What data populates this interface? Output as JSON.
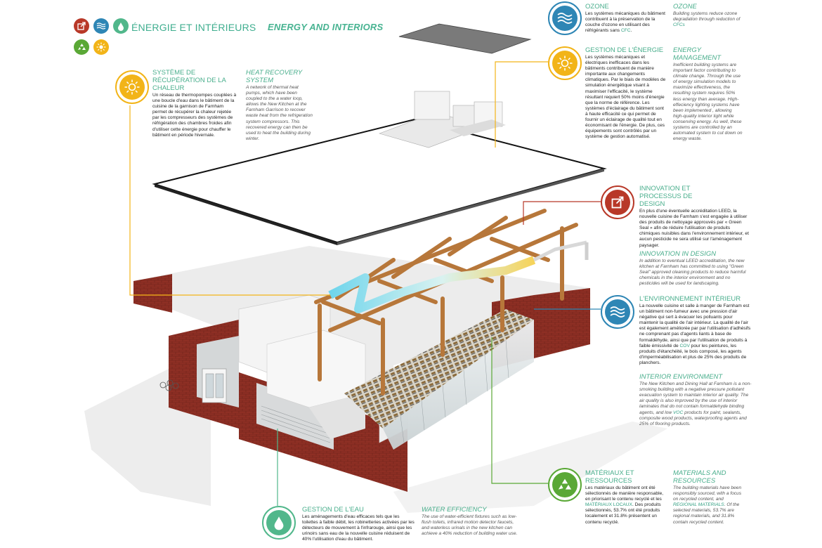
{
  "header": {
    "title_fr": "ÉNERGIE ET INTÉRIEURS",
    "title_en": "ENERGY AND INTERIORS"
  },
  "colors": {
    "red": "#b83828",
    "blue": "#2e86b5",
    "teal": "#51b78b",
    "green": "#5aa836",
    "yellow": "#f2b418",
    "heading_green": "#49ae8c",
    "brick": "#8e2f24"
  },
  "legend_icons": [
    {
      "name": "innovation-icon",
      "color": "#b83828"
    },
    {
      "name": "indoor-air-icon",
      "color": "#2e86b5"
    },
    {
      "name": "water-drop-icon",
      "color": "#51b78b"
    },
    {
      "name": "recycle-icon",
      "color": "#5aa836"
    },
    {
      "name": "sun-icon",
      "color": "#f2b418"
    }
  ],
  "heat": {
    "fr_title": "SYSTÈME DE RÉCUPÉRATION DE LA CHALEUR",
    "fr_body": "Un réseau de thermopompes couplées à une boucle d'eau dans le bâtiment de la cuisine de la garnison de Farnham permet de récupérer la chaleur rejetée par les compresseurs des systèmes de réfrigération des chambres froides afin d'utiliser cette énergie pour chauffer le bâtiment en période hivernale.",
    "en_title": "HEAT RECOVERY SYSTEM",
    "en_body": "A network of thermal heat pumps, which have been coupled to the a water loop, allows the New Kitchen at the Farnham Garrison to recover waste heat from the refrigeration system compressors. This recovered energy can then be used to heat the building during winter."
  },
  "ozone": {
    "fr_title": "OZONE",
    "fr_body_a": "Les systèmes mécaniques du bâtiment contribuent à la préservation de la couche d'ozone en utilisant des réfrigérants sans ",
    "fr_hl": "CFC",
    "fr_body_b": ".",
    "en_title": "OZONE",
    "en_body_a": "Building systems reduce ozone degradation through reduction of ",
    "en_hl": "CFCs"
  },
  "energy": {
    "fr_title": "GESTION DE L'ÉNERGIE",
    "fr_body": "Les systèmes mécaniques et électriques inefficaces dans les bâtiments contribuent de manière importante aux changements climatiques. Par le biais de modèles de simulation énergétique visant à maximiser l'efficacité, le système résultant requiert 50% moins d'énergie que la norme de référence. Les systèmes d'éclairage du bâtiment sont à haute efficacité ce qui permet de fournir un éclairage de qualité tout en économisant de l'énergie. De plus, ces équipements sont contrôlés par un système de gestion automatisé.",
    "en_title": "ENERGY MANAGEMENT",
    "en_body": "Inefficient building systems are important factor contributing to climate change. Through the use of energy simulation models to maximize effectiveness, the resulting system requires 50% less energy than average. High-effeciency lighting systems have been implemented , allowing high-quality interior light while conserving energy. As well, these systems are controlled by an automated system to cut down on energy waste."
  },
  "innovation": {
    "fr_title": "INNOVATION ET PROCESSUS DE DESIGN",
    "fr_body": "En plus d'une éventuelle accréditation LEED, la nouvelle cuisine de Farnham s'est engagée à utiliser des produits de nettoyage approuvés par « Green Seal » afin de réduire l'utilisation de produits chimiques nuisibles dans l'environnement intérieur, et aucun pesticide ne sera utilisé sur l'aménagement paysager.",
    "en_title": "INNOVATION IN DESIGN",
    "en_body": "In addition to eventual LEED accreditation, the new kitchen at Farnham has committed to using \"Green Seal\" approved cleaning products to reduce harmful chemicals in the interior environment and no pesticides will be used for landscaping."
  },
  "interior": {
    "fr_title": "L'ENVIRONNEMENT INTÉRIEUR",
    "fr_body_a": "La nouvelle cuisine et salle à manger de Farnham est un bâtiment non-fumeur avec une pression d'air négative qui sert à évacuer les polluants pour maintenir la qualité de l'air intérieur. La qualité de l'air est également améliorée par par l'utilisation d'adhésifs ne comprenant pas d'agents liants à base de formaldéhyde, ainsi que par l'utilisation de produits à faible émissivité de ",
    "fr_hl": "COV",
    "fr_body_b": " pour les peintures, les produits d'étanchéité, le bois composé, les agents d'imperméabilisation et plus de 25% des produits de planchers.",
    "en_title": "INTERIOR ENVIRONMENT",
    "en_body_a": "The New Kitchen and Dining Hall at Farnham is a non-smoking building with a negative pressure pollutant evacuation system to maintain interior air quality. The air quality is also improved by the use of interior laminates that do not contain formaldehyde binding agents, and low ",
    "en_hl": "VOC",
    "en_body_b": " products for paint, sealants, composite wood products, waterproofing agents and 25% of flooring products."
  },
  "materials": {
    "fr_title": "MATÉRIAUX ET RESSOURCES",
    "fr_body_a": "Les matériaux du bâtiment ont été sélectionnés de manière responsable, en priorisant le contenu recyclé et les ",
    "fr_hl": "MATÉRIAUX LOCAUX",
    "fr_body_b": ". Des produits sélectionnés, 53.7% ont été produits localement et 31.8% présentent un contenu recyclé.",
    "en_title": "MATERIALS AND RESOURCES",
    "en_body_a": "The building materials have been responsibly sourced, with a focus on recycled content, and ",
    "en_hl": "REGIONAL MATERIALS",
    "en_body_b": ". Of the selected materials, 53.7% are regional materials, and 31.8% contain recycled content."
  },
  "water": {
    "fr_title": "GESTION DE L'EAU",
    "fr_body": "Les aménagements d'eau efficaces tels que les toilettes à faible débit, les robinetteries activées par les détecteurs de mouvement à l'infrarouge, ainsi que les urinoirs sans eau de la nouvelle cuisine réduisent de 40% l'utilisation d'eau du bâtiment.",
    "en_title": "WATER EFFICIENCY",
    "en_body": "The use of water-efficient fixtures such as low-flush toilets, infrared motion detector faucets, and waterless urinals in the new kitchen can achieve a 40% reduction of building water use."
  }
}
